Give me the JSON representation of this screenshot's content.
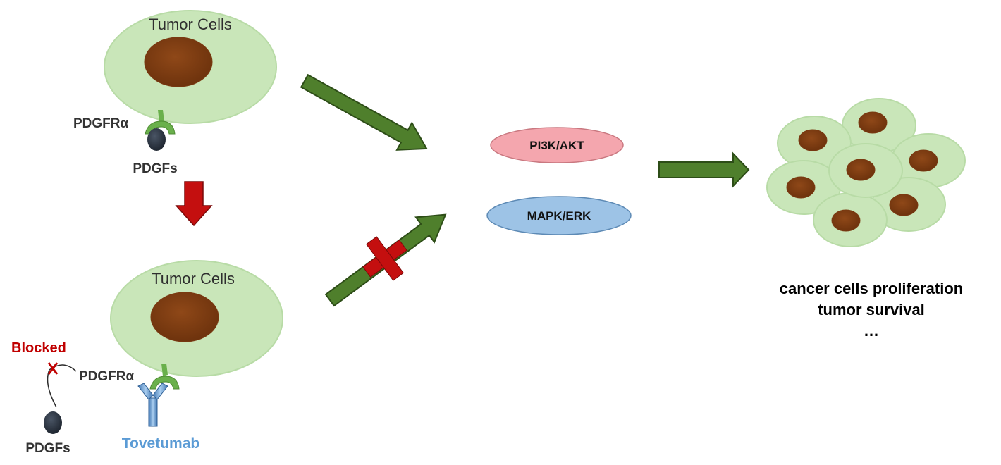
{
  "diagram": {
    "top_cell": {
      "caption": "Tumor Cells",
      "receptor_label": "PDGFRα",
      "ligand_label": "PDGFs"
    },
    "bottom_cell": {
      "caption": "Tumor Cells",
      "receptor_label": "PDGFRα",
      "ligand_label": "PDGFs",
      "blocked_label": "Blocked",
      "antibody_label": "Tovetumab"
    },
    "pathways": [
      {
        "label": "PI3K/AKT",
        "color": "#f4a6ae"
      },
      {
        "label": "MAPK/ERK",
        "color": "#9dc3e6"
      }
    ],
    "outcome": {
      "line1": "cancer cells proliferation",
      "line2": "tumor survival",
      "line3": "…"
    },
    "colors": {
      "cell": "#c9e6b9",
      "nucleus": "#7b3a10",
      "green_arrow": "#4f7f2c",
      "red_arrow": "#c40f0f",
      "receptor": "#6ab04c",
      "ligand": "#2b3440",
      "antibody": "#5b9bd5"
    }
  }
}
